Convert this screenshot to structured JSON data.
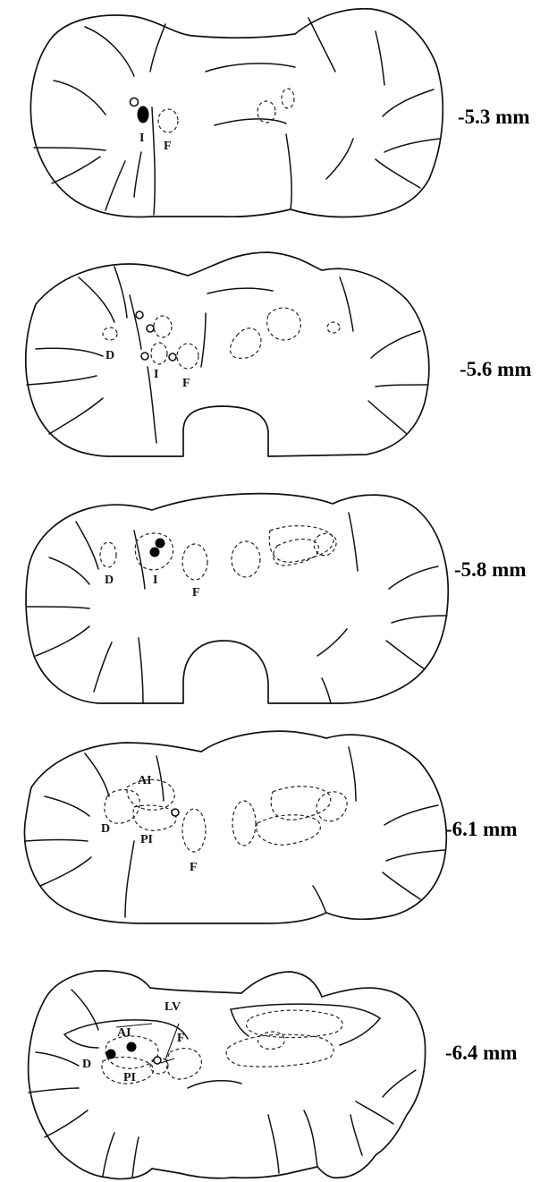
{
  "sections": [
    {
      "level": "-5.3 mm",
      "labels": {
        "I": "I",
        "F": "F"
      }
    },
    {
      "level": "-5.6 mm",
      "labels": {
        "D": "D",
        "I": "I",
        "F": "F"
      }
    },
    {
      "level": "-5.8 mm",
      "labels": {
        "D": "D",
        "I": "I",
        "F": "F"
      }
    },
    {
      "level": "-6.1 mm",
      "labels": {
        "AI": "AI",
        "D": "D",
        "PI": "PI",
        "F": "F"
      }
    },
    {
      "level": "-6.4 mm",
      "labels": {
        "LV": "LV",
        "AI": "AI",
        "F": "F",
        "D": "D",
        "PI": "PI"
      }
    }
  ],
  "legend_marks": {
    "open_circle": "open-circle-marker",
    "filled_circle": "filled-circle-marker"
  }
}
